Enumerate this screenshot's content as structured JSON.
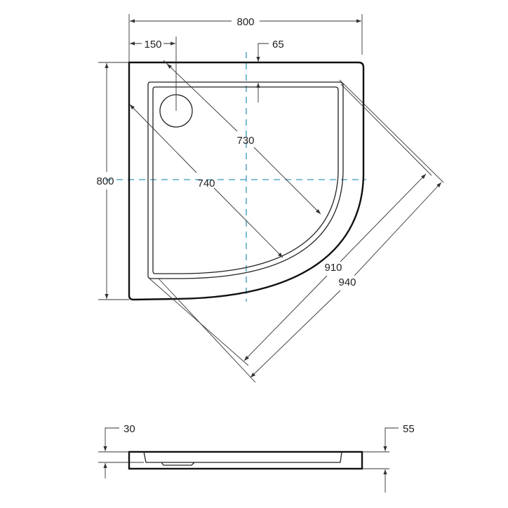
{
  "colors": {
    "outline": "#111111",
    "dimension": "#333333",
    "center_axis": "#5ba8c8"
  },
  "plan_view": {
    "dimensions": {
      "width": "800",
      "drain_offset": "150",
      "rim_width": "65",
      "height": "800",
      "inner_diagonal": "730",
      "outer_diagonal": "740",
      "inner_chord": "910",
      "outer_chord": "940"
    }
  },
  "side_view": {
    "dimensions": {
      "inner_depth": "30",
      "total_height": "55"
    }
  }
}
